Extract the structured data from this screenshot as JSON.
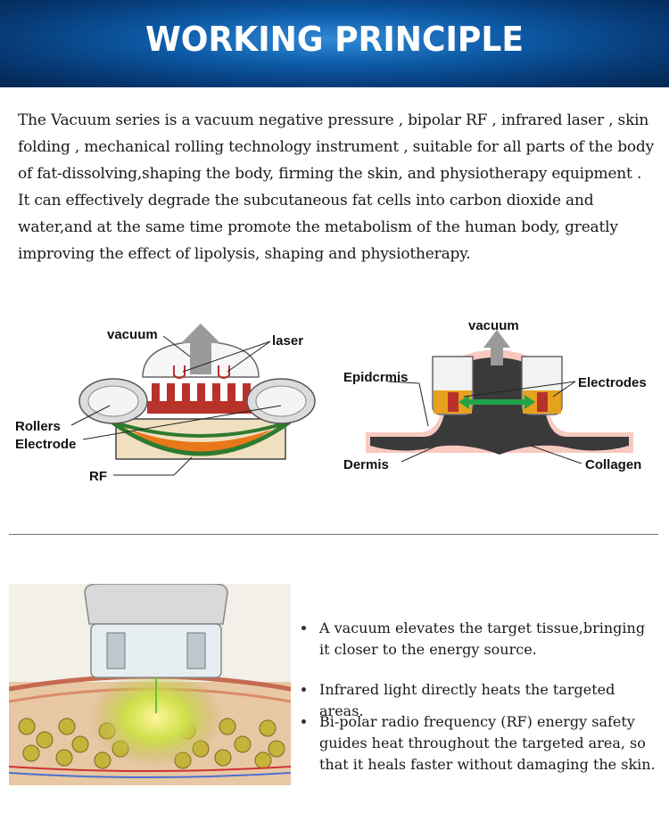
{
  "header": {
    "title": "WORKING PRINCIPLE"
  },
  "intro": "The Vacuum series is a vacuum negative pressure , bipolar RF , infrared laser , skin folding , mechanical rolling technology instrument , suitable for all parts of the body of fat-dissolving,shaping the body, firming the skin, and physiotherapy equipment . It can effectively degrade the subcutaneous fat cells into carbon dioxide and water,and at the same time promote the metabolism of the human body, greatly improving the effect of lipolysis, shaping and physiotherapy.",
  "diagram_left": {
    "labels": {
      "vacuum": "vacuum",
      "laser": "laser",
      "rollers": "Rollers",
      "electrode": "Electrode",
      "rf": "RF"
    }
  },
  "diagram_right": {
    "labels": {
      "vacuum": "vacuum",
      "epidermis": "Epidcrmis",
      "electrodes": "Electrodes",
      "dermis": "Dermis",
      "collagen": "Collagen"
    }
  },
  "bullets": [
    "A vacuum elevates the target tissue,bringing it closer to the energy source.",
    "Infrared light directly heats the targeted areas.",
    "Bi-polar radio frequency (RF) energy safety guides heat throughout the targeted area, so that it heals faster without damaging the skin."
  ],
  "colors": {
    "banner": "#0d5aa6",
    "electrode": "#b8322a",
    "heat": "#e8781a"
  }
}
